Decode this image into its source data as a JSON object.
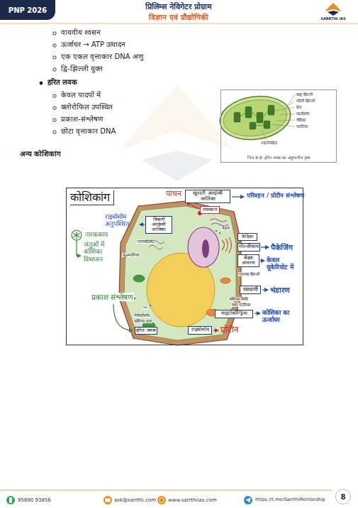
{
  "diagram": {
    "nodes": [
      {
        "text": [
          "PNP 2026"
        ]
      },
      {
        "text": [
          "चित्र 8.8: हरित लवक का अनुभागीय दृश्य"
        ]
      },
      {
        "text": [
          "कोशिकांग"
        ]
      },
      {
        "text": [
          "खुरदरी अंतर्द्रव्यी जालिका"
        ],
        "in": 2
      },
      {
        "text": [
          "लयनकाय"
        ],
        "in": 2
      },
      {
        "text": [
          "चिकनी अंतर्द्रव्यी जालिका"
        ],
        "in": 2
      },
      {
        "text": [
          "केंद्रिका"
        ],
        "in": 2
      },
      {
        "text": [
          "गॉल्जीकाय"
        ],
        "in": 2
      },
      {
        "text": [
          "केंद्रक आवरण"
        ],
        "in": 2
      },
      {
        "text": [
          "रसधानी"
        ],
        "in": 2
      },
      {
        "text": [
          "माइटोकॉन्ड्रिया"
        ],
        "in": 2
      },
      {
        "text": [
          "हरित लवक"
        ],
        "in": 2
      },
      {
        "text": [
          "राइबोसोम"
        ],
        "in": 2
      },
      {
        "text": [
          "8"
        ]
      }
    ],
    "labels": [
      "प्रिलिम्स नेविगेटर प्रोग्राम",
      "विज्ञान एवं प्रौद्योगिकी",
      "SARRTHI IAS",
      "वायवीय श्वसन",
      "ऊर्जाघर → ATP उत्पादन",
      "एक एकल वृत्ताकार DNA अणु",
      "द्वि-झिल्ली युक्त",
      "हरित लवक",
      "केवल पादपों में",
      "क्लोरोफिल उपस्थित",
      "प्रकाश-संश्लेषण",
      "छोटा वृत्ताकार DNA",
      "बाह्य झिल्ली",
      "भीतरी झिल्ली",
      "ग्रेना",
      "राइबोसोम",
      "पीठिका",
      "पटलिका",
      "थाइलेकॉइड",
      "अन्य कोशिकांग",
      "पाचन",
      "परिवहन / प्रोटीन संश्लेषण",
      "राइबोसोम अनुपस्थित",
      "तारककाय",
      "जंतुओं में कोशिका विभाजन",
      "प्लाज्मोडेस्मेटा",
      "केंद्रक",
      "पैकेजिंग",
      "केवल यूकेरियोट में",
      "सूक्ष्मनलिका",
      "प्लाज्मा झिल्ली",
      "भंडारण",
      "प्रकाश संश्लेषण",
      "कोशिका भित्ति",
      "मध्य पटलिका",
      "(a)",
      "कोशिका का ऊर्जाघर",
      "पेरॉक्सीसोम",
      "कोशिका द्रव्य",
      "प्रोटीन",
      "95690 93856",
      "ask@sarrthi.com",
      "www.sarrthiias.com",
      "https://t.me/SarrthiMentorship"
    ]
  }
}
